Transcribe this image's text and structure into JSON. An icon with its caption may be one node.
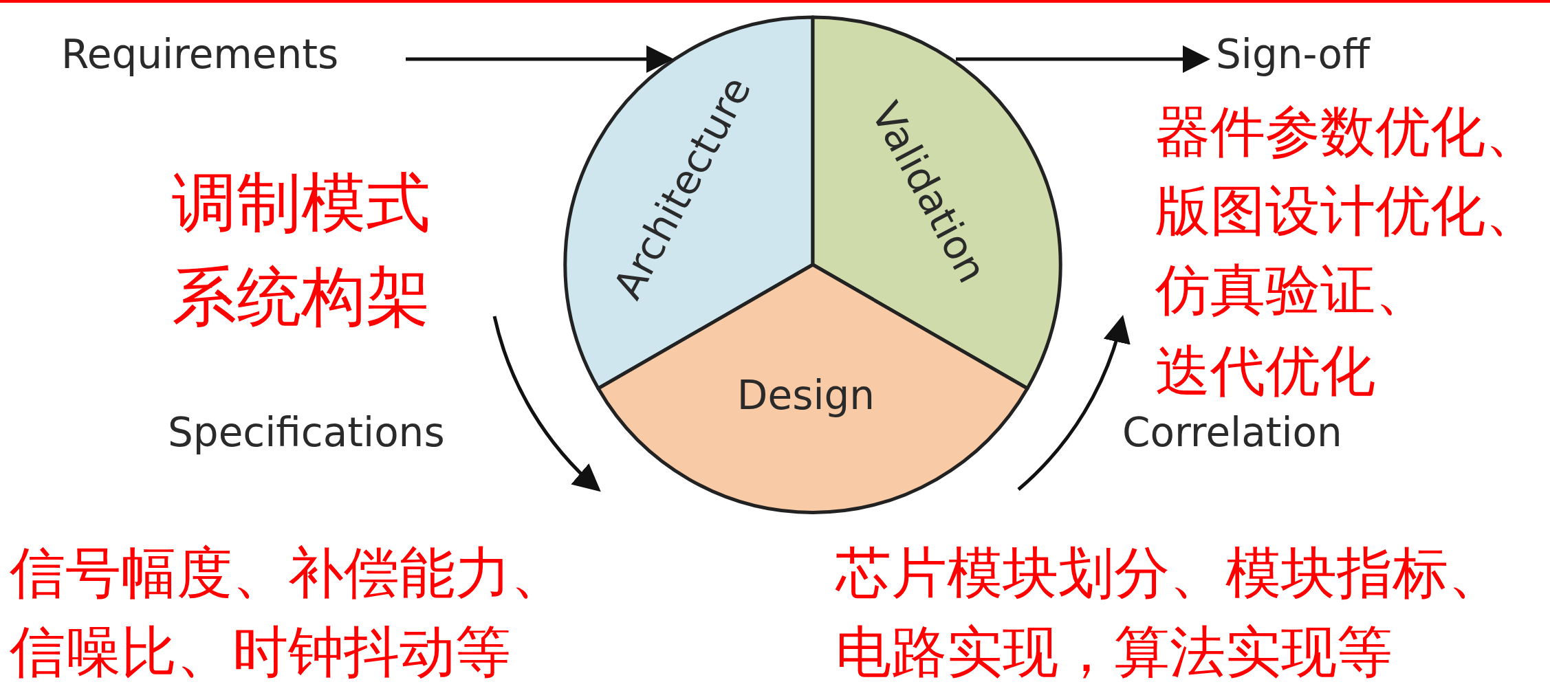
{
  "diagram": {
    "nodes": [
      {
        "text": [
          "Requirements"
        ]
      },
      {
        "text": [
          "Architecture"
        ]
      },
      {
        "text": [
          "Validation"
        ]
      },
      {
        "text": [
          "Design"
        ]
      },
      {
        "text": [
          "Sign-off"
        ]
      }
    ],
    "edges": [
      {
        "from": 0,
        "to": 1,
        "arrow": "to"
      },
      {
        "from": 2,
        "to": 4,
        "arrow": "to"
      },
      {
        "from": 1,
        "to": 3,
        "arrow": "to",
        "label": "Specifications"
      },
      {
        "from": 3,
        "to": 2,
        "arrow": "to",
        "label": "Correlation"
      }
    ],
    "labels": [
      "调制模式",
      "系统构架",
      "器件参数优化、",
      "版图设计优化、",
      "仿真验证、",
      "迭代优化",
      "信号幅度、补偿能力、",
      "信噪比、时钟抖动等",
      "芯片模块划分、模块指标、",
      "电路实现，算法实现等"
    ]
  }
}
